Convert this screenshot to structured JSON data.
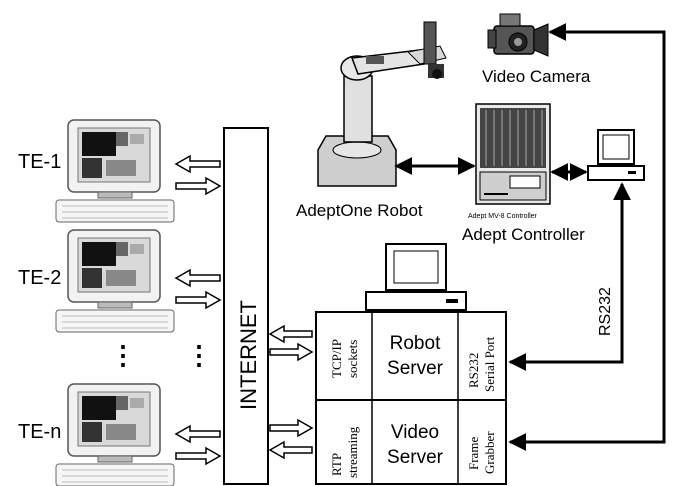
{
  "terminals": [
    {
      "label": "TE-1"
    },
    {
      "label": "TE-2"
    },
    {
      "label": "TE-n"
    }
  ],
  "ellipsis": "⋮",
  "internet_label": "INTERNET",
  "devices": {
    "camera": "Video Camera",
    "robot": "AdeptOne Robot",
    "controller": "Adept Controller",
    "controller_plate": "Adept MV-8 Controller"
  },
  "link_label": "RS232",
  "robot_server": {
    "left_line1": "TCP/IP",
    "left_line2": "sockets",
    "center_line1": "Robot",
    "center_line2": "Server",
    "right_line1": "RS232",
    "right_line2": "Serial Port"
  },
  "video_server": {
    "left_line1": "RTP",
    "left_line2": "streaming",
    "center_line1": "Video",
    "center_line2": "Server",
    "right_line1": "Frame",
    "right_line2": "Grabber"
  }
}
